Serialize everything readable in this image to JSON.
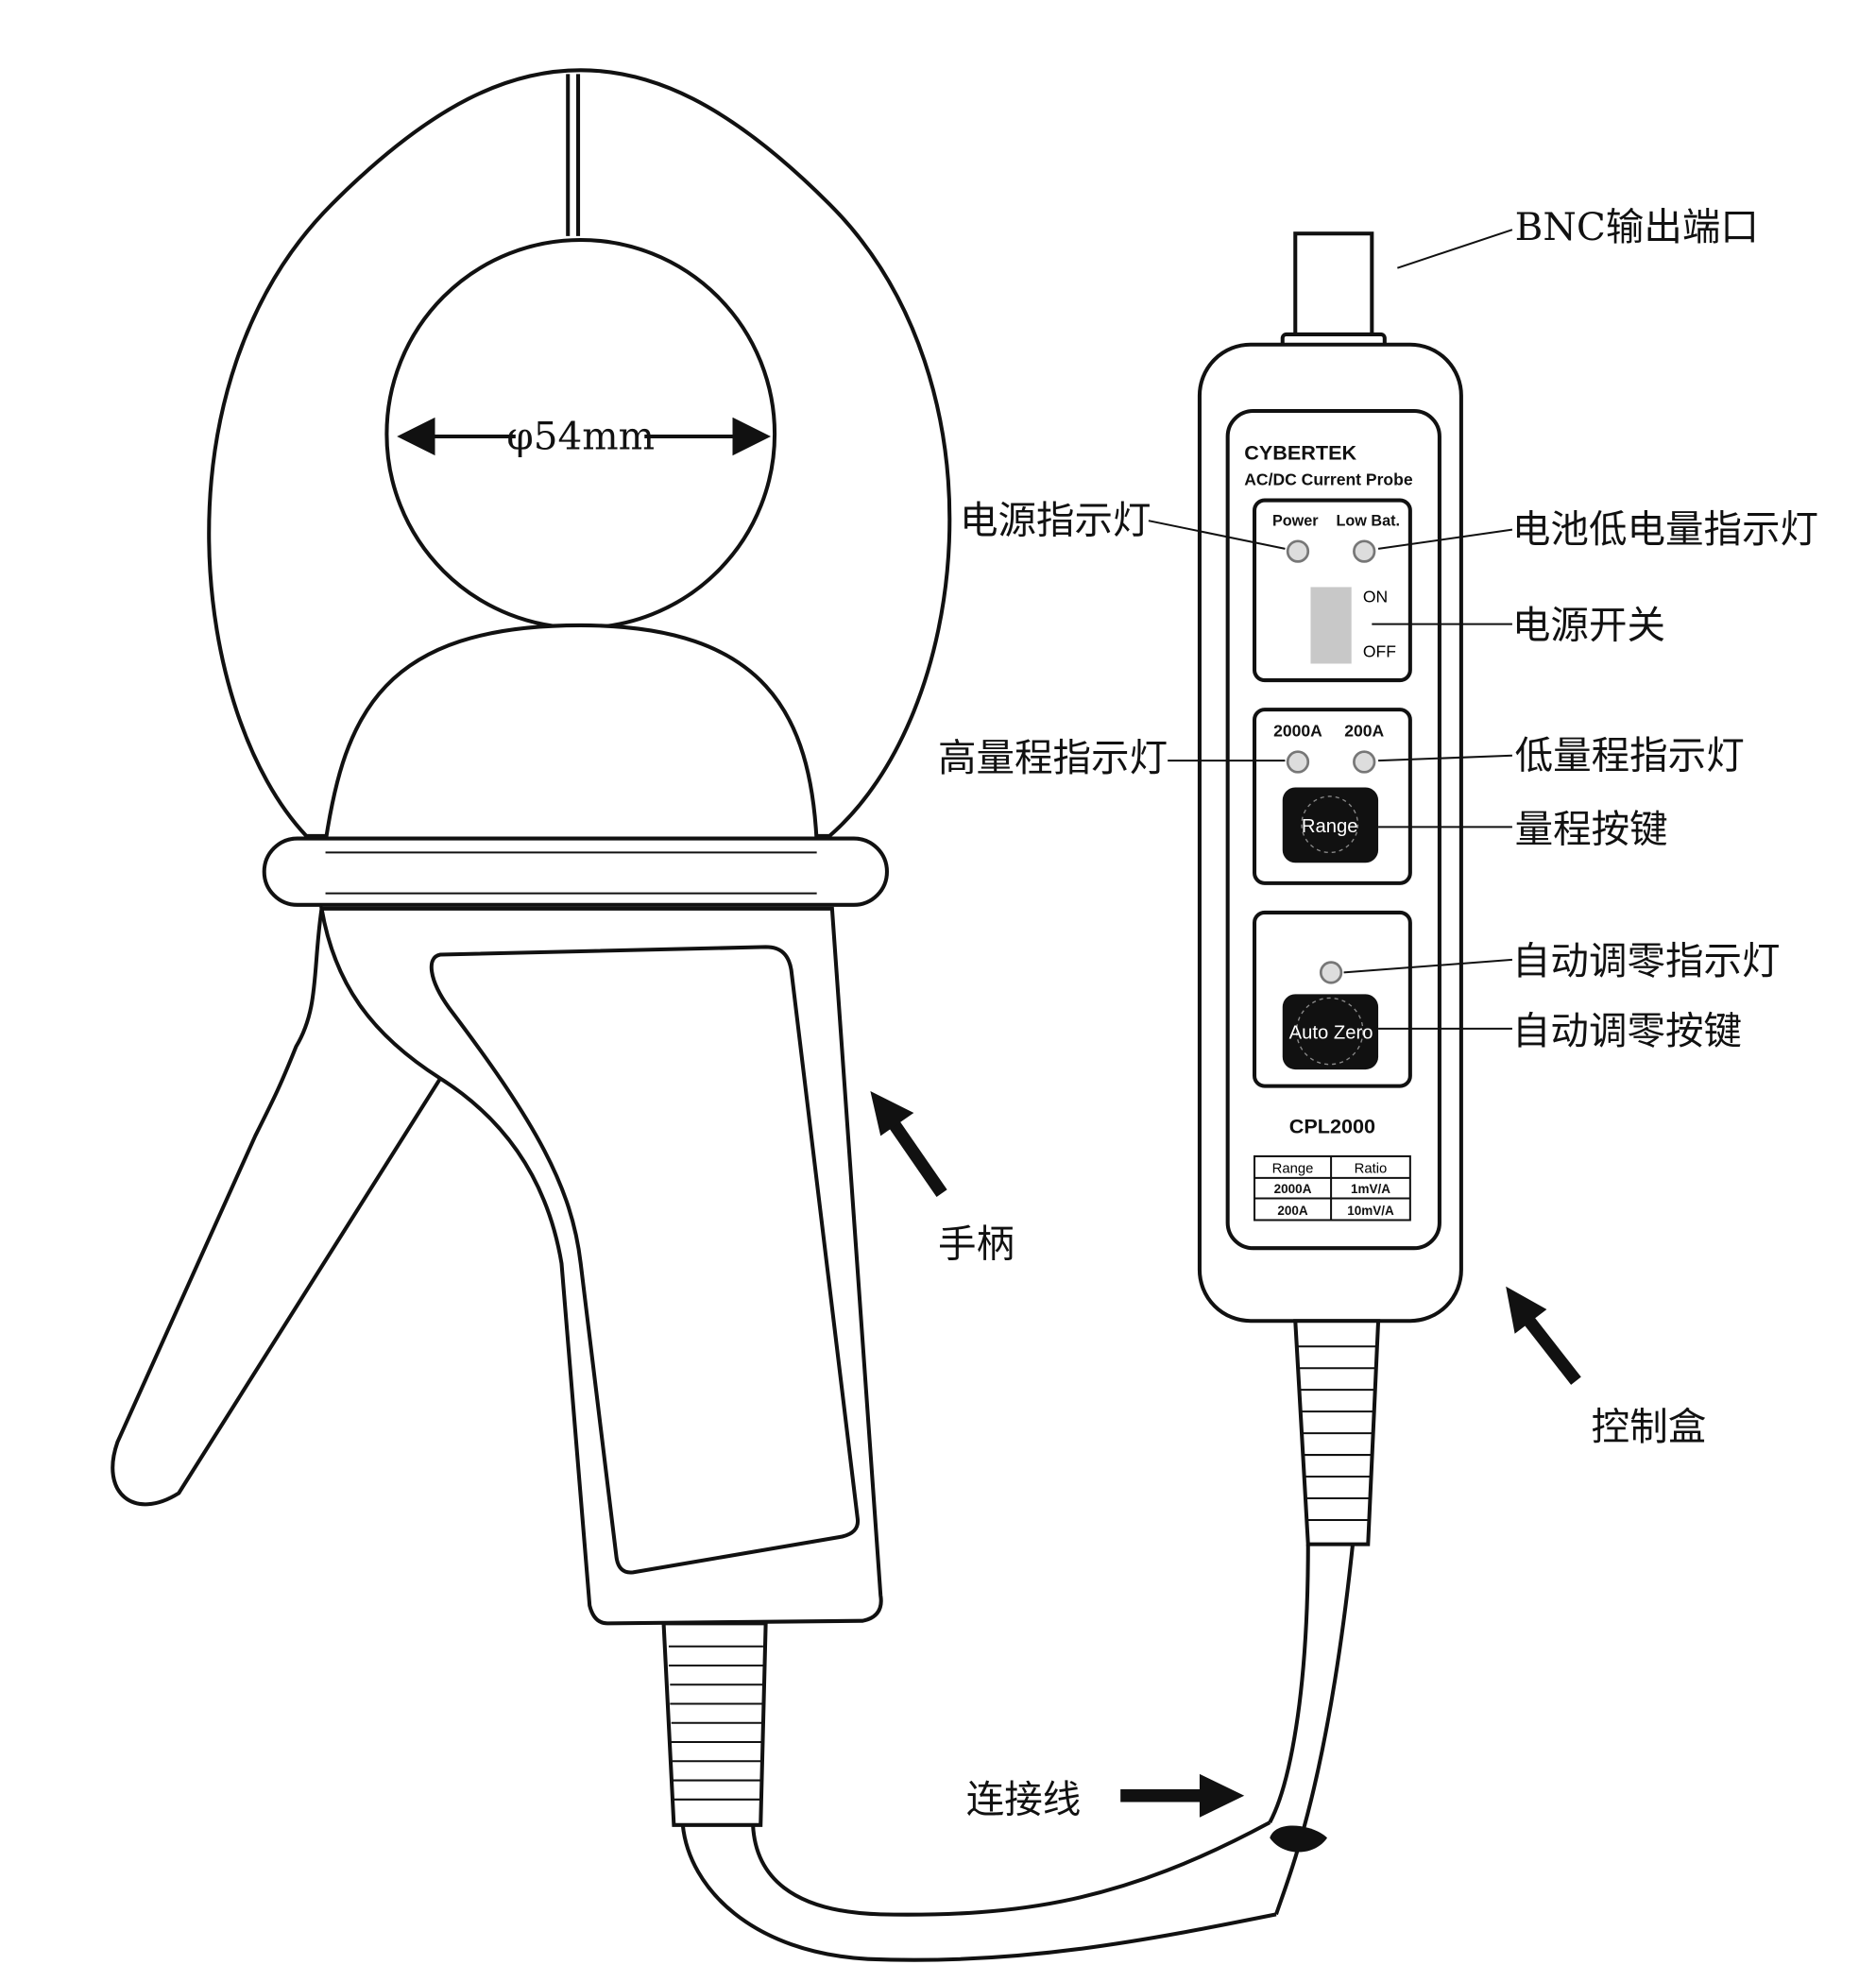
{
  "clamp": {
    "diameter_label": "φ54mm",
    "handle_label": "手柄"
  },
  "cable": {
    "label": "连接线"
  },
  "control_box": {
    "label": "控制盒",
    "brand": "CYBERTEK",
    "subtitle": "AC/DC Current Probe",
    "power_led": "Power",
    "low_bat_led": "Low Bat.",
    "switch_on": "ON",
    "switch_off": "OFF",
    "range_high": "2000A",
    "range_low": "200A",
    "range_button": "Range",
    "auto_zero_button": "Auto Zero",
    "model": "CPL2000",
    "table": {
      "headers": [
        "Range",
        "Ratio"
      ],
      "rows": [
        [
          "2000A",
          "1mV/A"
        ],
        [
          "200A",
          "10mV/A"
        ]
      ]
    }
  },
  "callouts": {
    "bnc": "BNC输出端口",
    "power_led": "电源指示灯",
    "low_bat_led": "电池低电量指示灯",
    "power_switch": "电源开关",
    "high_range_led": "高量程指示灯",
    "low_range_led": "低量程指示灯",
    "range_button": "量程按键",
    "auto_zero_led": "自动调零指示灯",
    "auto_zero_button": "自动调零按键"
  }
}
